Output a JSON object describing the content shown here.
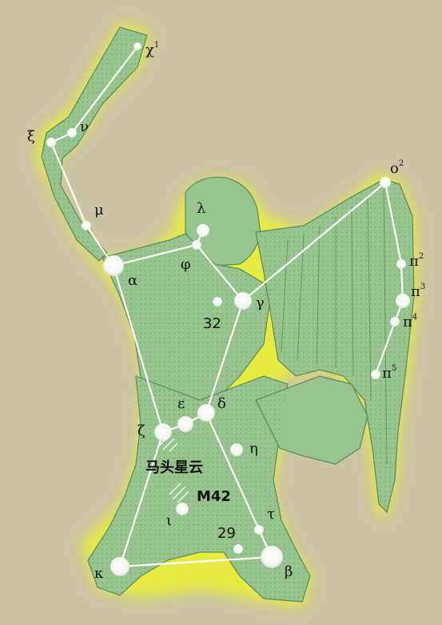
{
  "stars": {
    "chi1": "χ",
    "chi1_sup": "1",
    "nu": "ν",
    "xi": "ξ",
    "mu": "μ",
    "lambda": "λ",
    "phi": "φ",
    "alpha": "α",
    "gamma": "γ",
    "o2": "o",
    "o2_sup": "2",
    "pi2": "π",
    "pi2_sup": "2",
    "pi3": "π",
    "pi3_sup": "3",
    "pi4": "π",
    "pi4_sup": "4",
    "pi5": "π",
    "pi5_sup": "5",
    "s32": "32",
    "epsilon": "ε",
    "delta": "δ",
    "zeta": "ζ",
    "eta": "η",
    "iota": "ι",
    "tau": "τ",
    "s29": "29",
    "kappa": "κ",
    "beta": "β"
  },
  "objects": {
    "horsehead": "马头星云",
    "m42": "M42"
  },
  "colors": {
    "background": "#cbc3a6",
    "figure": "#98c490",
    "glow": "#eaf04a",
    "lines": "#ffffff",
    "stars": "#ffffff"
  }
}
